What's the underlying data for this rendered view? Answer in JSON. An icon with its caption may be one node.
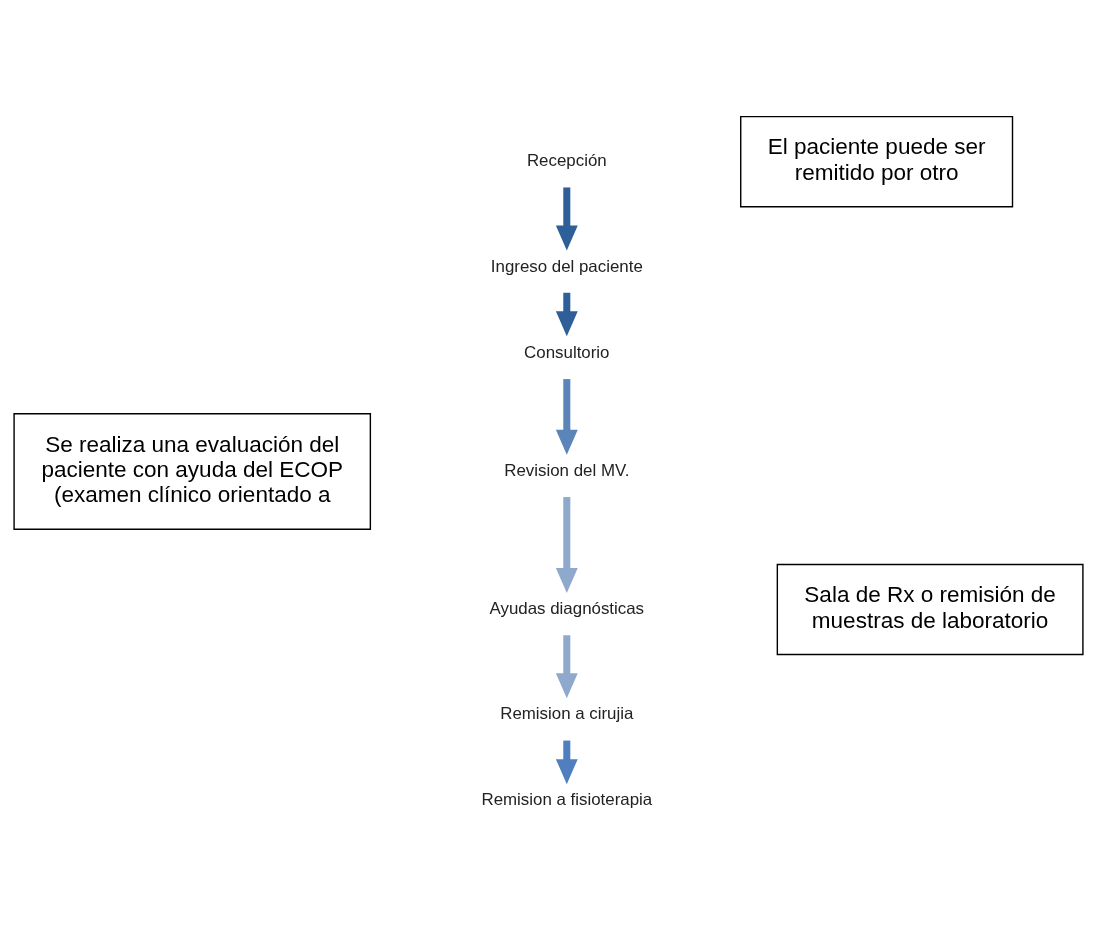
{
  "diagram": {
    "nodes": [
      {
        "text": [
          "Recepción"
        ]
      },
      {
        "text": [
          "Ingreso del paciente"
        ]
      },
      {
        "text": [
          "Consultorio"
        ]
      },
      {
        "text": [
          "Revision del MV."
        ]
      },
      {
        "text": [
          "Ayudas diagnósticas"
        ]
      },
      {
        "text": [
          "Remision a cirujia"
        ]
      },
      {
        "text": [
          "Remision a fisioterapia"
        ]
      },
      {
        "text": [
          "El paciente puede ser remitido por otro"
        ]
      },
      {
        "text": [
          "Se realiza una evaluación del paciente con ayuda del ECOP (examen clínico orientado a"
        ]
      },
      {
        "text": [
          "Sala de Rx o remisión de muestras de laboratorio"
        ]
      }
    ],
    "edges": [
      {
        "from": 0,
        "to": 1,
        "arrow": "to",
        "color": "#2e5f99"
      },
      {
        "from": 1,
        "to": 2,
        "arrow": "to",
        "color": "#2e5f99"
      },
      {
        "from": 2,
        "to": 3,
        "arrow": "to",
        "color": "#5b84b8"
      },
      {
        "from": 3,
        "to": 4,
        "arrow": "to",
        "color": "#8fa9cc"
      },
      {
        "from": 4,
        "to": 5,
        "arrow": "to",
        "color": "#8fa9cc"
      },
      {
        "from": 5,
        "to": 6,
        "arrow": "to",
        "color": "#4f7fbf"
      }
    ]
  }
}
